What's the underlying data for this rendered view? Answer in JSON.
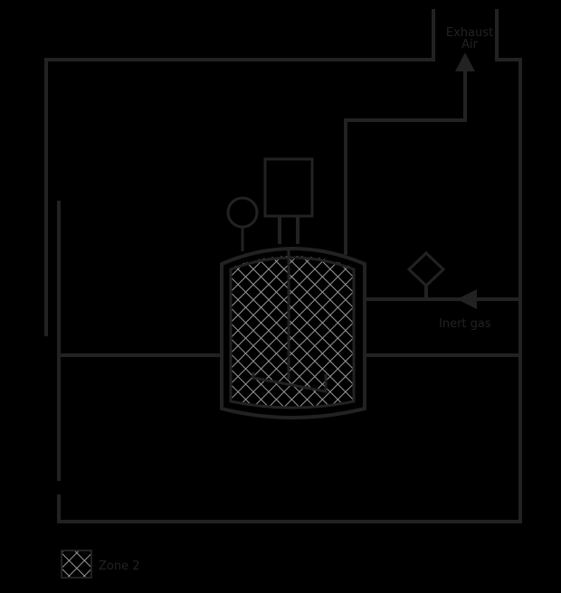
{
  "diagram": {
    "title": "",
    "labels": {
      "exhaust_line1": "Exhaust",
      "exhaust_line2": "Air",
      "inert_gas": "Inert gas"
    },
    "legend": {
      "zone2_label": "Zone 2"
    },
    "components": [
      "room-enclosure",
      "exhaust-duct",
      "exhaust-arrow",
      "reactor-vessel",
      "agitator-motor",
      "pressure-gauge",
      "inert-gas-line",
      "inert-gas-arrow",
      "filter-valve",
      "floor-line"
    ],
    "colors": {
      "background": "#000000",
      "line": "#222222",
      "hatch": "#999999"
    }
  }
}
